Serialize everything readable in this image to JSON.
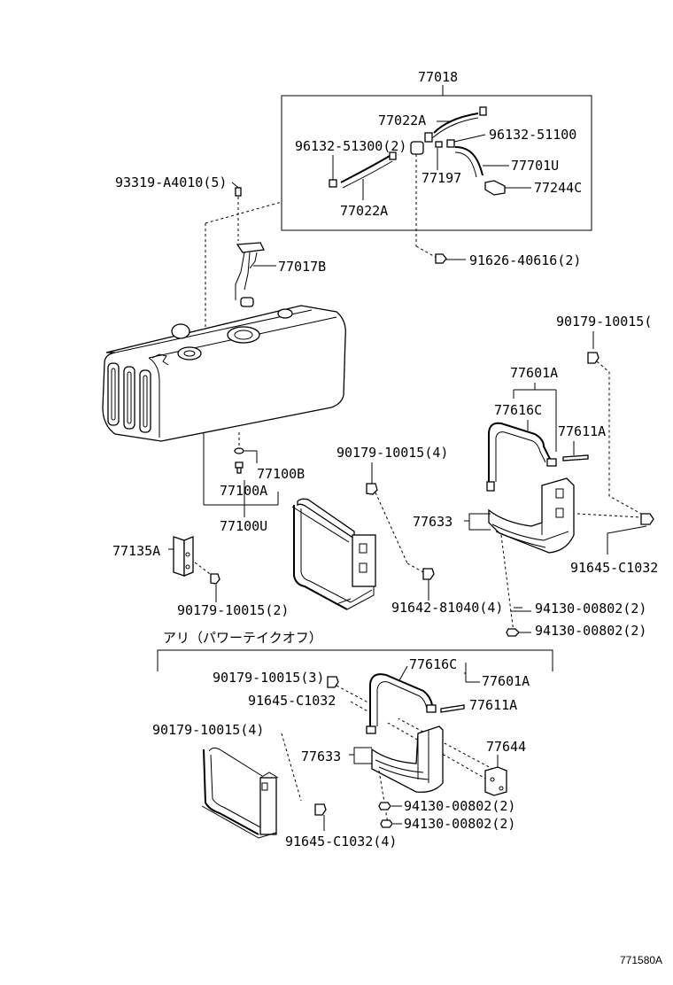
{
  "diagram_id": "771580A",
  "option_label": "アリ（パワーテイクオフ）",
  "callouts": {
    "c77018": "77018",
    "c77022A_top": "77022A",
    "c96132_51300": "96132-51300(2)",
    "c96132_51100": "96132-51100",
    "c77701U": "77701U",
    "c77197": "77197",
    "c77244C": "77244C",
    "c77022A_bottom": "77022A",
    "c93319": "93319-A4010(5)",
    "c91626": "91626-40616(2)",
    "c77017B": "77017B",
    "c90179_right": "90179-10015(",
    "c77601A_upper": "77601A",
    "c77616C_upper": "77616C",
    "c77611A_upper": "77611A",
    "c90179_mid": "90179-10015(4)",
    "c77100B": "77100B",
    "c77100A": "77100A",
    "c77100U": "77100U",
    "c77633_upper": "77633",
    "c91645_right": "91645-C1032",
    "c77135A": "77135A",
    "c90179_left": "90179-10015(2)",
    "c91642": "91642-81040(4)",
    "c94130_a": "94130-00802(2)",
    "c94130_b": "94130-00802(2)",
    "c90179_lower3": "90179-10015(3)",
    "c77616C_lower": "77616C",
    "c77601A_lower": "77601A",
    "c91645_lower": "91645-C1032",
    "c77611A_lower": "77611A",
    "c90179_lower4": "90179-10015(4)",
    "c77633_lower": "77633",
    "c77644": "77644",
    "c94130_c": "94130-00802(2)",
    "c94130_d": "94130-00802(2)",
    "c91645_lower4": "91645-C1032(4)"
  }
}
